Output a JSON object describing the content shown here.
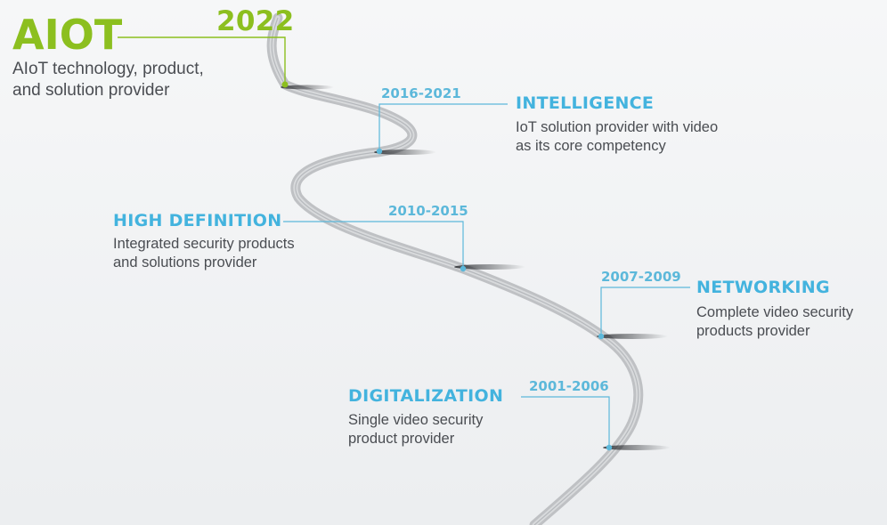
{
  "colors": {
    "aiot": "#8cbf1f",
    "stage": "#43b3de",
    "text": "#4a4d52",
    "road": "#c4c6c9"
  },
  "stages": [
    {
      "id": "aiot",
      "title": "AIOT",
      "year": "2022",
      "desc": [
        "AIoT technology, product,",
        "and solution provider"
      ]
    },
    {
      "id": "intelligence",
      "title": "INTELLIGENCE",
      "year": "2016-2021",
      "desc": [
        "IoT solution provider with video",
        "as its core competency"
      ]
    },
    {
      "id": "high-definition",
      "title": "HIGH DEFINITION",
      "year": "2010-2015",
      "desc": [
        "Integrated security products",
        "and solutions provider"
      ]
    },
    {
      "id": "networking",
      "title": "NETWORKING",
      "year": "2007-2009",
      "desc": [
        "Complete video security",
        "products provider"
      ]
    },
    {
      "id": "digitalization",
      "title": "DIGITALIZATION",
      "year": "2001-2006",
      "desc": [
        "Single video security",
        "product provider"
      ]
    }
  ]
}
